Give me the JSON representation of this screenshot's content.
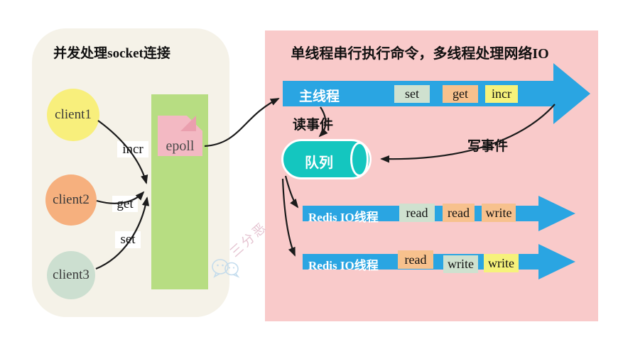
{
  "left_panel": {
    "title": "并发处理socket连接",
    "clients": [
      {
        "label": "client1"
      },
      {
        "label": "client2"
      },
      {
        "label": "client3"
      }
    ],
    "commands": [
      {
        "label": "incr"
      },
      {
        "label": "get"
      },
      {
        "label": "set"
      }
    ],
    "epoll": {
      "label": "epoll"
    }
  },
  "right_panel": {
    "title": "单线程串行执行命令，多线程处理网络IO",
    "main_thread": {
      "label": "主线程",
      "boxes": [
        {
          "label": "set",
          "color": "#cfe1cf"
        },
        {
          "label": "get",
          "color": "#f7c18d"
        },
        {
          "label": "incr",
          "color": "#f6f27b"
        }
      ]
    },
    "events": {
      "read": "读事件",
      "write": "写事件"
    },
    "queue": {
      "label": "队列"
    },
    "io_threads": [
      {
        "label": "Redis IO线程",
        "boxes": [
          {
            "label": "read",
            "color": "#cfe1cf"
          },
          {
            "label": "read",
            "color": "#f7c18d"
          },
          {
            "label": "write",
            "color": "#f7c18d"
          }
        ]
      },
      {
        "label": "Redis IO线程",
        "boxes": [
          {
            "label": "read",
            "color": "#f7c18d"
          },
          {
            "label": "write",
            "color": "#cfe1cf"
          },
          {
            "label": "write",
            "color": "#f6f27b"
          }
        ]
      }
    ]
  },
  "watermark": {
    "icon": "wechat-bubbles-icon",
    "text": "三分恶"
  },
  "colors": {
    "left_panel_bg": "#f5f2e8",
    "right_panel_bg": "#f9caca",
    "arrow_blue": "#2aa5e2",
    "queue_teal": "#14c6bf",
    "epoll_panel_green": "#b7dd82",
    "doc_pink": "#f3b9c3",
    "client1_yellow": "#f8ef7c",
    "client2_orange": "#f6b07e",
    "client3_green": "#ccdfd0",
    "line_black": "#1b1b1b"
  }
}
